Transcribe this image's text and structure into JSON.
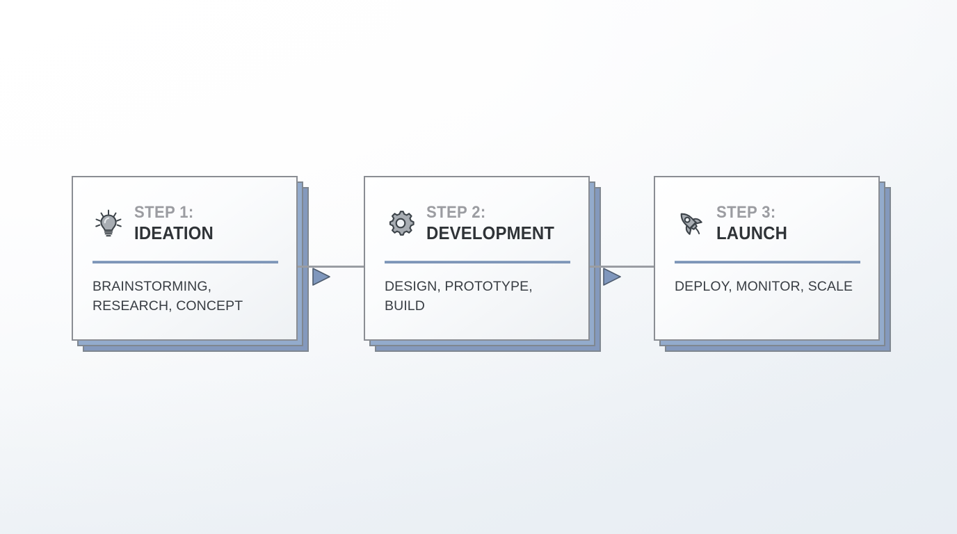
{
  "diagram": {
    "type": "process-flow",
    "orientation": "horizontal",
    "step_count": 3,
    "background_color": "#f6f8fa",
    "accent_color": "#7790b4",
    "card_border_color": "#8a8d93",
    "shadow_layer_colors": [
      "#93abcc",
      "#8499bd"
    ],
    "eyebrow_color": "#9b9ca1",
    "title_color": "#2f3337",
    "body_color": "#383d43",
    "arrow_fill": "#7f97bd",
    "arrow_stroke": "#4e5b6e",
    "connector_line_color": "#9a9da3"
  },
  "steps": [
    {
      "eyebrow": "STEP 1:",
      "name": "IDEATION",
      "body": "BRAINSTORMING, RESEARCH, CONCEPT",
      "icon": "lightbulb-icon"
    },
    {
      "eyebrow": "STEP 2:",
      "name": "DEVELOPMENT",
      "body": "DESIGN, PROTOTYPE, BUILD",
      "icon": "gear-icon"
    },
    {
      "eyebrow": "STEP 3:",
      "name": "LAUNCH",
      "body": "DEPLOY, MONITOR, SCALE",
      "icon": "rocket-icon"
    }
  ],
  "connectors": [
    {
      "from": "STEP 1:",
      "to": "STEP 2:",
      "style": "line-with-triangle-arrowhead"
    },
    {
      "from": "STEP 2:",
      "to": "STEP 3:",
      "style": "line-with-triangle-arrowhead"
    }
  ]
}
